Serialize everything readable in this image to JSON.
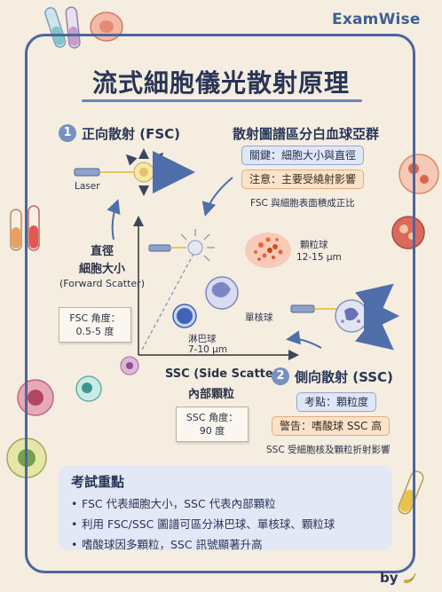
{
  "brand": "ExamWise",
  "title": "流式細胞儀光散射原理",
  "fsc": {
    "number": "1",
    "heading": "正向散射 (FSC)",
    "laser_label": "Laser",
    "axis_label_1": "直徑",
    "axis_label_2": "細胞大小",
    "axis_label_3": "(Forward Scatter)",
    "note_line1": "FSC 角度：",
    "note_line2": "0.5-5 度"
  },
  "plot": {
    "heading": "散射圖譜區分白血球亞群",
    "tag_key": "關鍵：細胞大小與直徑",
    "tag_attention": "注意：主要受繞射影響",
    "caption": "FSC 與細胞表面積成正比",
    "granulocyte_label": "顆粒球",
    "granulocyte_size": "12-15 μm",
    "monocyte_label": "單核球",
    "lymphocyte_label": "淋巴球",
    "lymphocyte_size": "7-10 μm",
    "x_axis_label_1": "SSC (Side Scatter)",
    "x_axis_label_2": "內部顆粒",
    "note_line1": "SSC 角度：",
    "note_line2": "90 度"
  },
  "ssc": {
    "number": "2",
    "heading": "側向散射 (SSC)",
    "tag_exam": "考點：顆粒度",
    "tag_warning": "警告：嗜酸球 SSC 高",
    "caption": "SSC 受細胞核及顆粒折射影響"
  },
  "exam": {
    "heading": "考試重點",
    "points": [
      "FSC 代表細胞大小，SSC 代表內部顆粒",
      "利用 FSC/SSC 圖譜可區分淋巴球、單核球、顆粒球",
      "嗜酸球因多顆粒，SSC 訊號顯著升高"
    ]
  },
  "footer": {
    "by": "by"
  },
  "colors": {
    "background": "#f4ede0",
    "frame": "#4c669c",
    "accent_blue": "#7891c3",
    "tag_blue": "#dfe6f6",
    "tag_orange": "#fbe2cb",
    "granulocyte": "#e8623b",
    "monocyte": "#7c86c4",
    "lymphocyte": "#3f63b8"
  }
}
